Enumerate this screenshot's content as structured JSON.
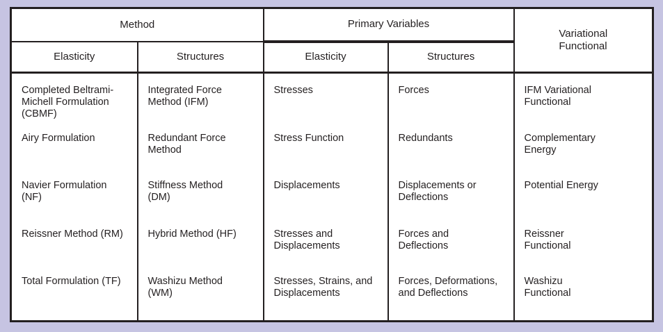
{
  "colors": {
    "page_background": "#c6c4e2",
    "table_background": "#ffffff",
    "border": "#231f20",
    "text": "#231f20"
  },
  "table": {
    "header": {
      "method": "Method",
      "primary_variables": "Primary Variables",
      "variational_functional": "Variational\nFunctional",
      "sub": [
        "Elasticity",
        "Structures",
        "Elasticity",
        "Structures"
      ]
    },
    "body": {
      "rows": [
        {
          "cells": [
            "Completed Beltrami-\nMichell Formulation\n(CBMF)",
            "Integrated Force\nMethod (IFM)",
            "Stresses",
            "Forces",
            "IFM Variational\nFunctional"
          ]
        },
        {
          "cells": [
            "Airy Formulation",
            "Redundant Force\nMethod",
            "Stress Function",
            "Redundants",
            "Complementary\nEnergy"
          ]
        },
        {
          "cells": [
            "Navier Formulation\n(NF)",
            "Stiffness Method\n(DM)",
            "Displacements",
            "Displacements or\nDeflections",
            "Potential Energy"
          ]
        },
        {
          "cells": [
            "Reissner Method (RM)",
            "Hybrid Method (HF)",
            "Stresses and\nDisplacements",
            "Forces and\nDeflections",
            "Reissner\nFunctional"
          ]
        },
        {
          "cells": [
            "Total Formulation (TF)",
            "Washizu Method\n(WM)",
            "Stresses, Strains, and\nDisplacements",
            "Forces, Deformations,\nand Deflections",
            "Washizu\nFunctional"
          ]
        }
      ]
    }
  }
}
